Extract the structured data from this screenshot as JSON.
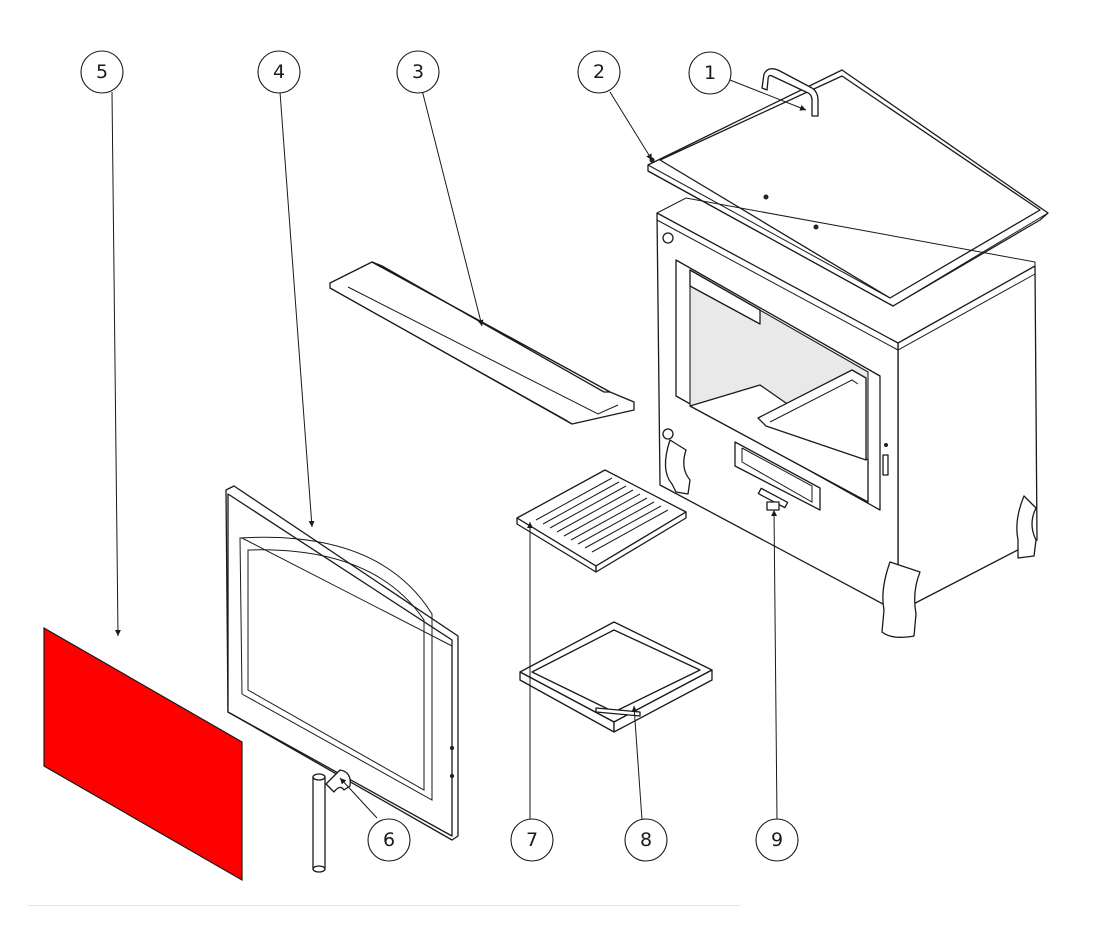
{
  "diagram": {
    "callouts": [
      "1",
      "2",
      "3",
      "4",
      "5",
      "6",
      "7",
      "8",
      "9"
    ],
    "colors": {
      "line": "#1a1a1a",
      "highlight_part": "#ff0000",
      "background": "#ffffff"
    }
  }
}
